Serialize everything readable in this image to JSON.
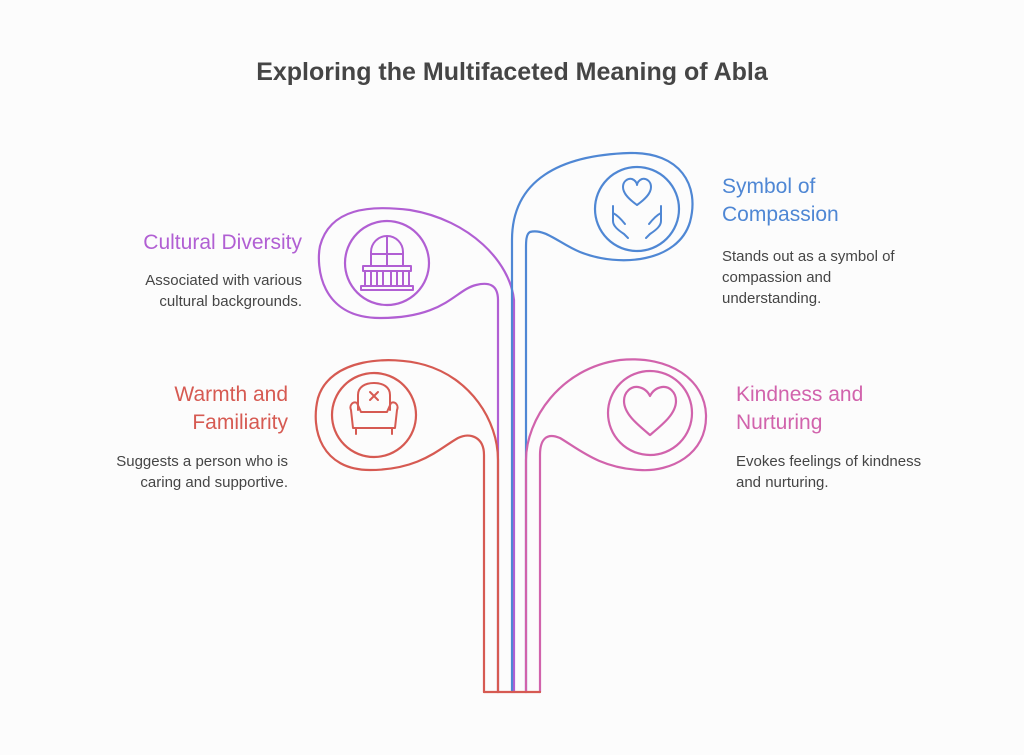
{
  "title": "Exploring the Multifaceted Meaning of Abla",
  "colors": {
    "cultural": "#b15fd3",
    "compassion": "#4f87d4",
    "warmth": "#d65a52",
    "kindness": "#d163ac"
  },
  "items": {
    "cultural": {
      "heading": "Cultural Diversity",
      "description": "Associated with various\ncultural backgrounds.",
      "icon": "balcony-window-icon"
    },
    "compassion": {
      "heading": "Symbol of\nCompassion",
      "description": "Stands out as a symbol of\ncompassion and\nunderstanding.",
      "icon": "hands-heart-icon"
    },
    "warmth": {
      "heading": "Warmth and\nFamiliarity",
      "description": "Suggests a person who is\ncaring and supportive.",
      "icon": "armchair-icon"
    },
    "kindness": {
      "heading": "Kindness and\nNurturing",
      "description": "Evokes feelings of kindness\nand nurturing.",
      "icon": "heart-icon"
    }
  }
}
